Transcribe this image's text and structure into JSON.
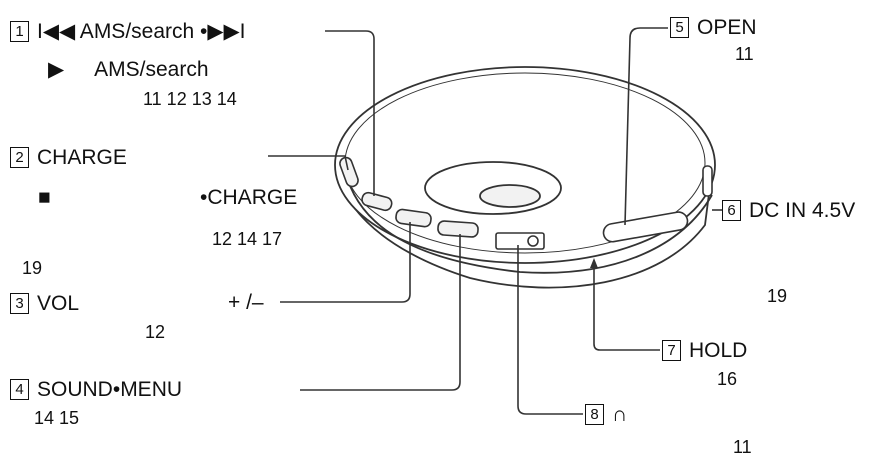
{
  "colors": {
    "line": "#333333",
    "body_fill": "#ffffff",
    "slot_fill": "#f2f2f2",
    "ink": "#111111"
  },
  "labels": [
    {
      "num": "1",
      "text": "I◀◀  AMS/search •▶▶I"
    },
    {
      "num": "2",
      "text": "CHARGE"
    },
    {
      "num": "3",
      "text": "VOL"
    },
    {
      "num": "4",
      "text": "SOUND•MENU"
    },
    {
      "num": "5",
      "text": "OPEN"
    },
    {
      "num": "6",
      "text": "DC IN 4.5V"
    },
    {
      "num": "7",
      "text": "HOLD"
    },
    {
      "num": "8",
      "text": "∩"
    }
  ],
  "sub": {
    "l1_play": "▶",
    "l1_play_text": "AMS/search",
    "l1_pages": "11   12   13   14",
    "l2_stop": "■",
    "l2_charge": "•CHARGE",
    "l2_pages": "12   14   17",
    "l2_page2": "19",
    "l3_plusminus": "+ /–",
    "l3_page": "12",
    "l4_pages": "14   15",
    "l5_page": "11",
    "l6_page": "19",
    "l7_page": "16",
    "l8_page": "11"
  }
}
